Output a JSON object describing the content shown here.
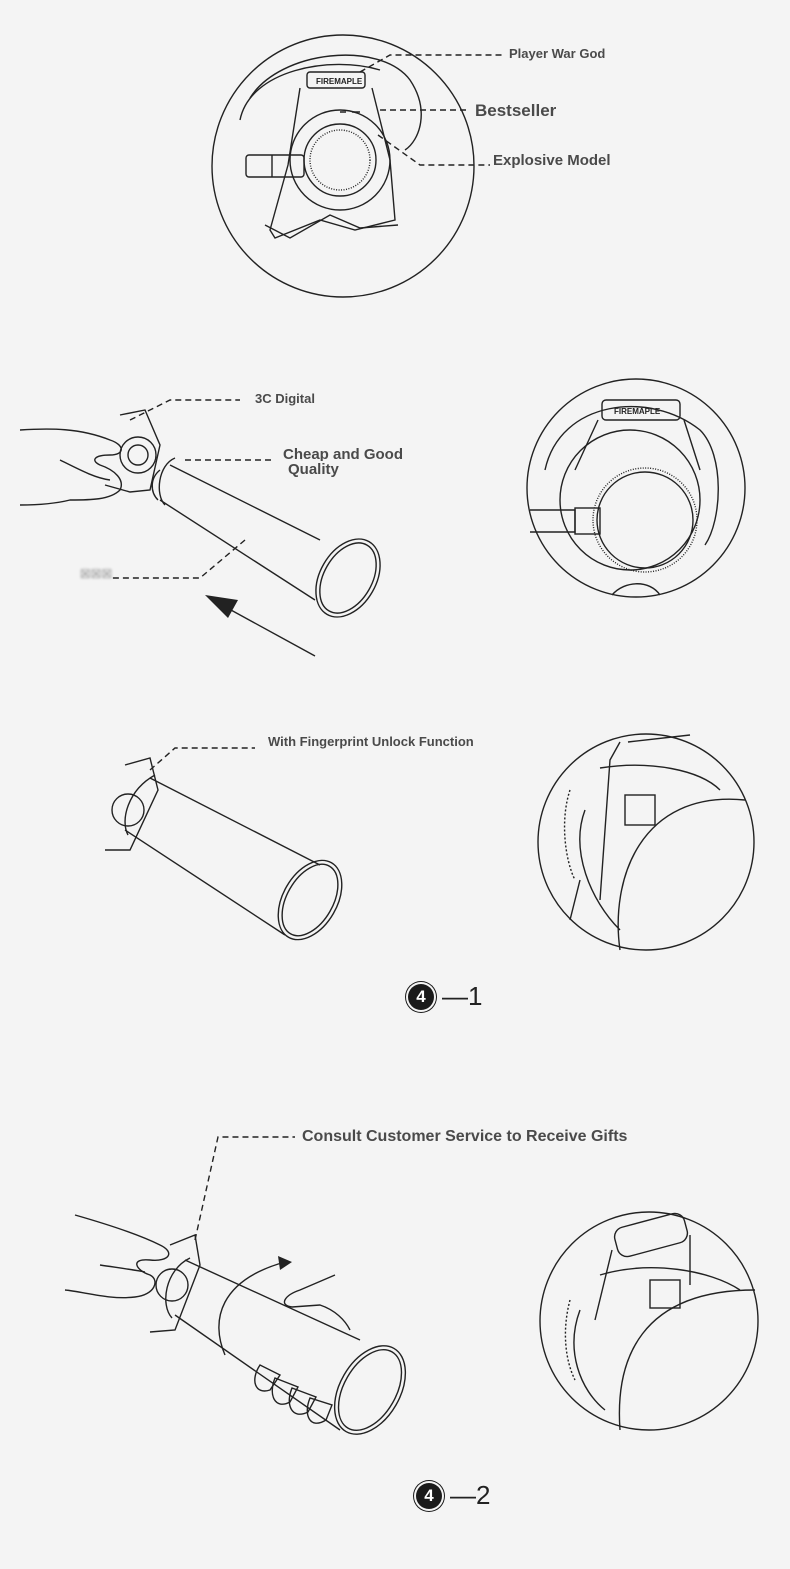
{
  "callouts": {
    "player_war_god": "Player War God",
    "bestseller": "Bestseller",
    "explosive_model": "Explosive Model",
    "digital_3c": "3C Digital",
    "cheap_good_line1": "Cheap and Good",
    "cheap_good_line2": "Quality",
    "fingerprint": "With Fingerprint Unlock Function",
    "consult": "Consult Customer Service to Receive Gifts"
  },
  "brand": "FIREMAPLE",
  "steps": [
    {
      "number": "4",
      "suffix": "—1"
    },
    {
      "number": "4",
      "suffix": "—2"
    }
  ]
}
